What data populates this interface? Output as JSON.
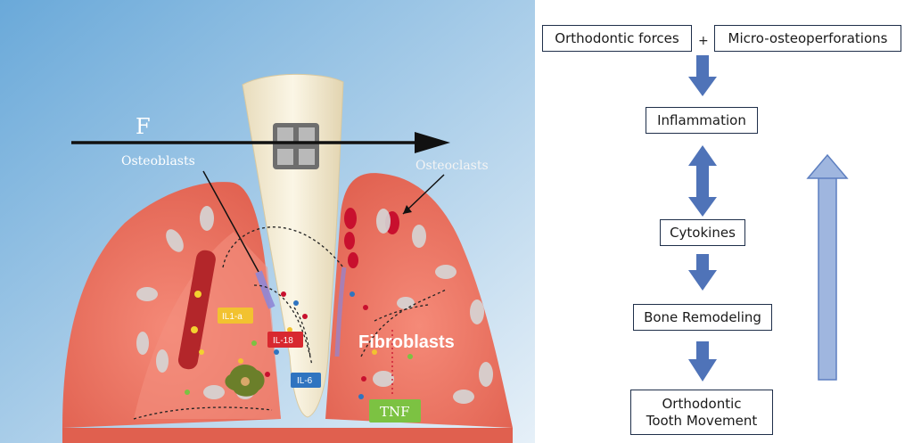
{
  "illustration": {
    "force_label": "F",
    "osteoblasts_label": "Osteoblasts",
    "osteoclasts_label": "Osteoclasts",
    "fibroblasts_label": "Fibroblasts",
    "cytokine_labels": {
      "il1a": "IL1-a",
      "il18": "IL-18",
      "il6": "IL-6",
      "tnf": "TNF"
    },
    "colors": {
      "sky_top": "#7fb7e0",
      "sky_bottom": "#dbeaf6",
      "gingiva": "#f07a6a",
      "gingiva_dark": "#d85a4c",
      "tooth": "#f6efd9",
      "bracket": "#8a8a8a",
      "blood_vessel": "#b3262a",
      "osteoclast": "#c8102e",
      "tnf_box": "#7cc242",
      "il1a_box": "#f2c230",
      "il18_box": "#d8282f",
      "il6_box": "#2f74c0"
    }
  },
  "flowchart": {
    "orthodontic_forces": "Orthodontic forces",
    "plus_sign": "+",
    "micro_osteoperforations": "Micro-osteoperforations",
    "inflammation": "Inflammation",
    "cytokines": "Cytokines",
    "bone_remodeling": "Bone Remodeling",
    "tooth_movement_line1": "Orthodontic",
    "tooth_movement_line2": "Tooth Movement",
    "arrow_color": "#4f73b8",
    "tall_arrow_color": "#9fb6df"
  }
}
